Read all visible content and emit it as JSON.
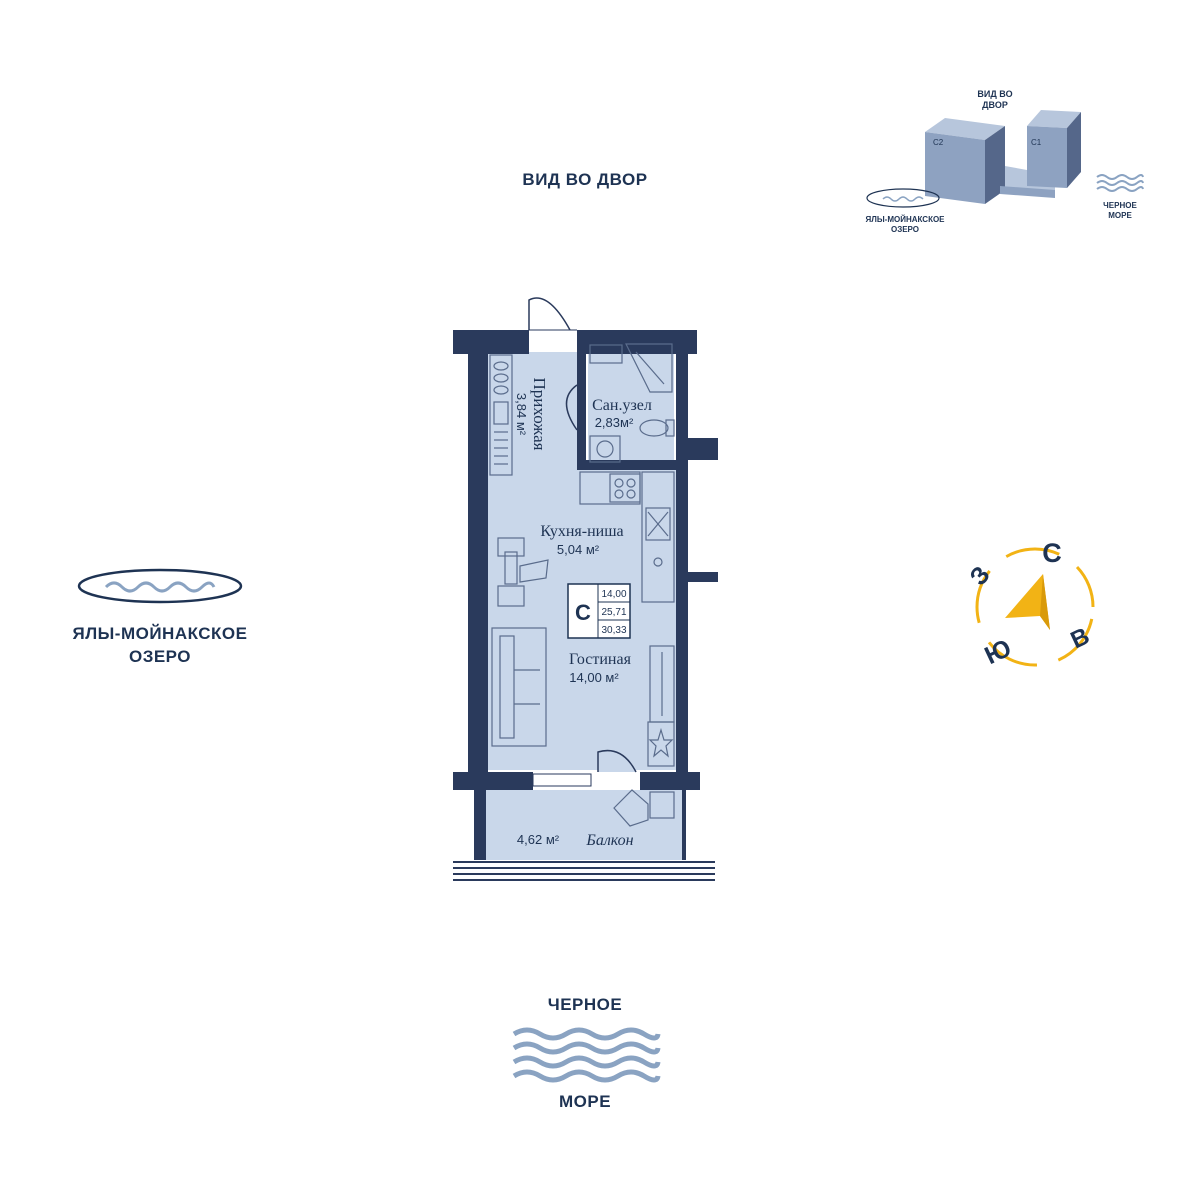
{
  "top_view_label": "ВИД ВО ДВОР",
  "lake": {
    "line1": "ЯЛЫ-МОЙНАКСКОЕ",
    "line2": "ОЗЕРО"
  },
  "sea": {
    "line1": "ЧЕРНОЕ",
    "line2": "МОРЕ"
  },
  "compass": {
    "north": "С",
    "east": "В",
    "south": "Ю",
    "west": "З",
    "accent_color": "#f2b315"
  },
  "minimap": {
    "view_label_1": "ВИД ВО",
    "view_label_2": "ДВОР",
    "building_c2": "C2",
    "building_c1": "C1",
    "lake_line1": "ЯЛЫ-МОЙНАКСКОЕ",
    "lake_line2": "ОЗЕРО",
    "sea_line1": "ЧЕРНОЕ",
    "sea_line2": "МОРЕ"
  },
  "rooms": {
    "hallway": {
      "name": "Прихожая",
      "area": "3,84 м²"
    },
    "bathroom": {
      "name": "Сан.узел",
      "area": "2,83м²"
    },
    "kitchen": {
      "name": "Кухня-ниша",
      "area": "5,04 м²"
    },
    "living": {
      "name": "Гостиная",
      "area": "14,00 м²"
    },
    "balcony": {
      "name": "Балкон",
      "area": "4,62 м²"
    }
  },
  "apartment": {
    "type": "С",
    "living_area": "14,00",
    "total_area": "25,71",
    "total_with_balcony": "30,33"
  },
  "colors": {
    "wall": "#2a3a5c",
    "room_fill": "#c9d7ea",
    "text_dark": "#1e3353",
    "accent_blue": "#8aa3c2"
  }
}
